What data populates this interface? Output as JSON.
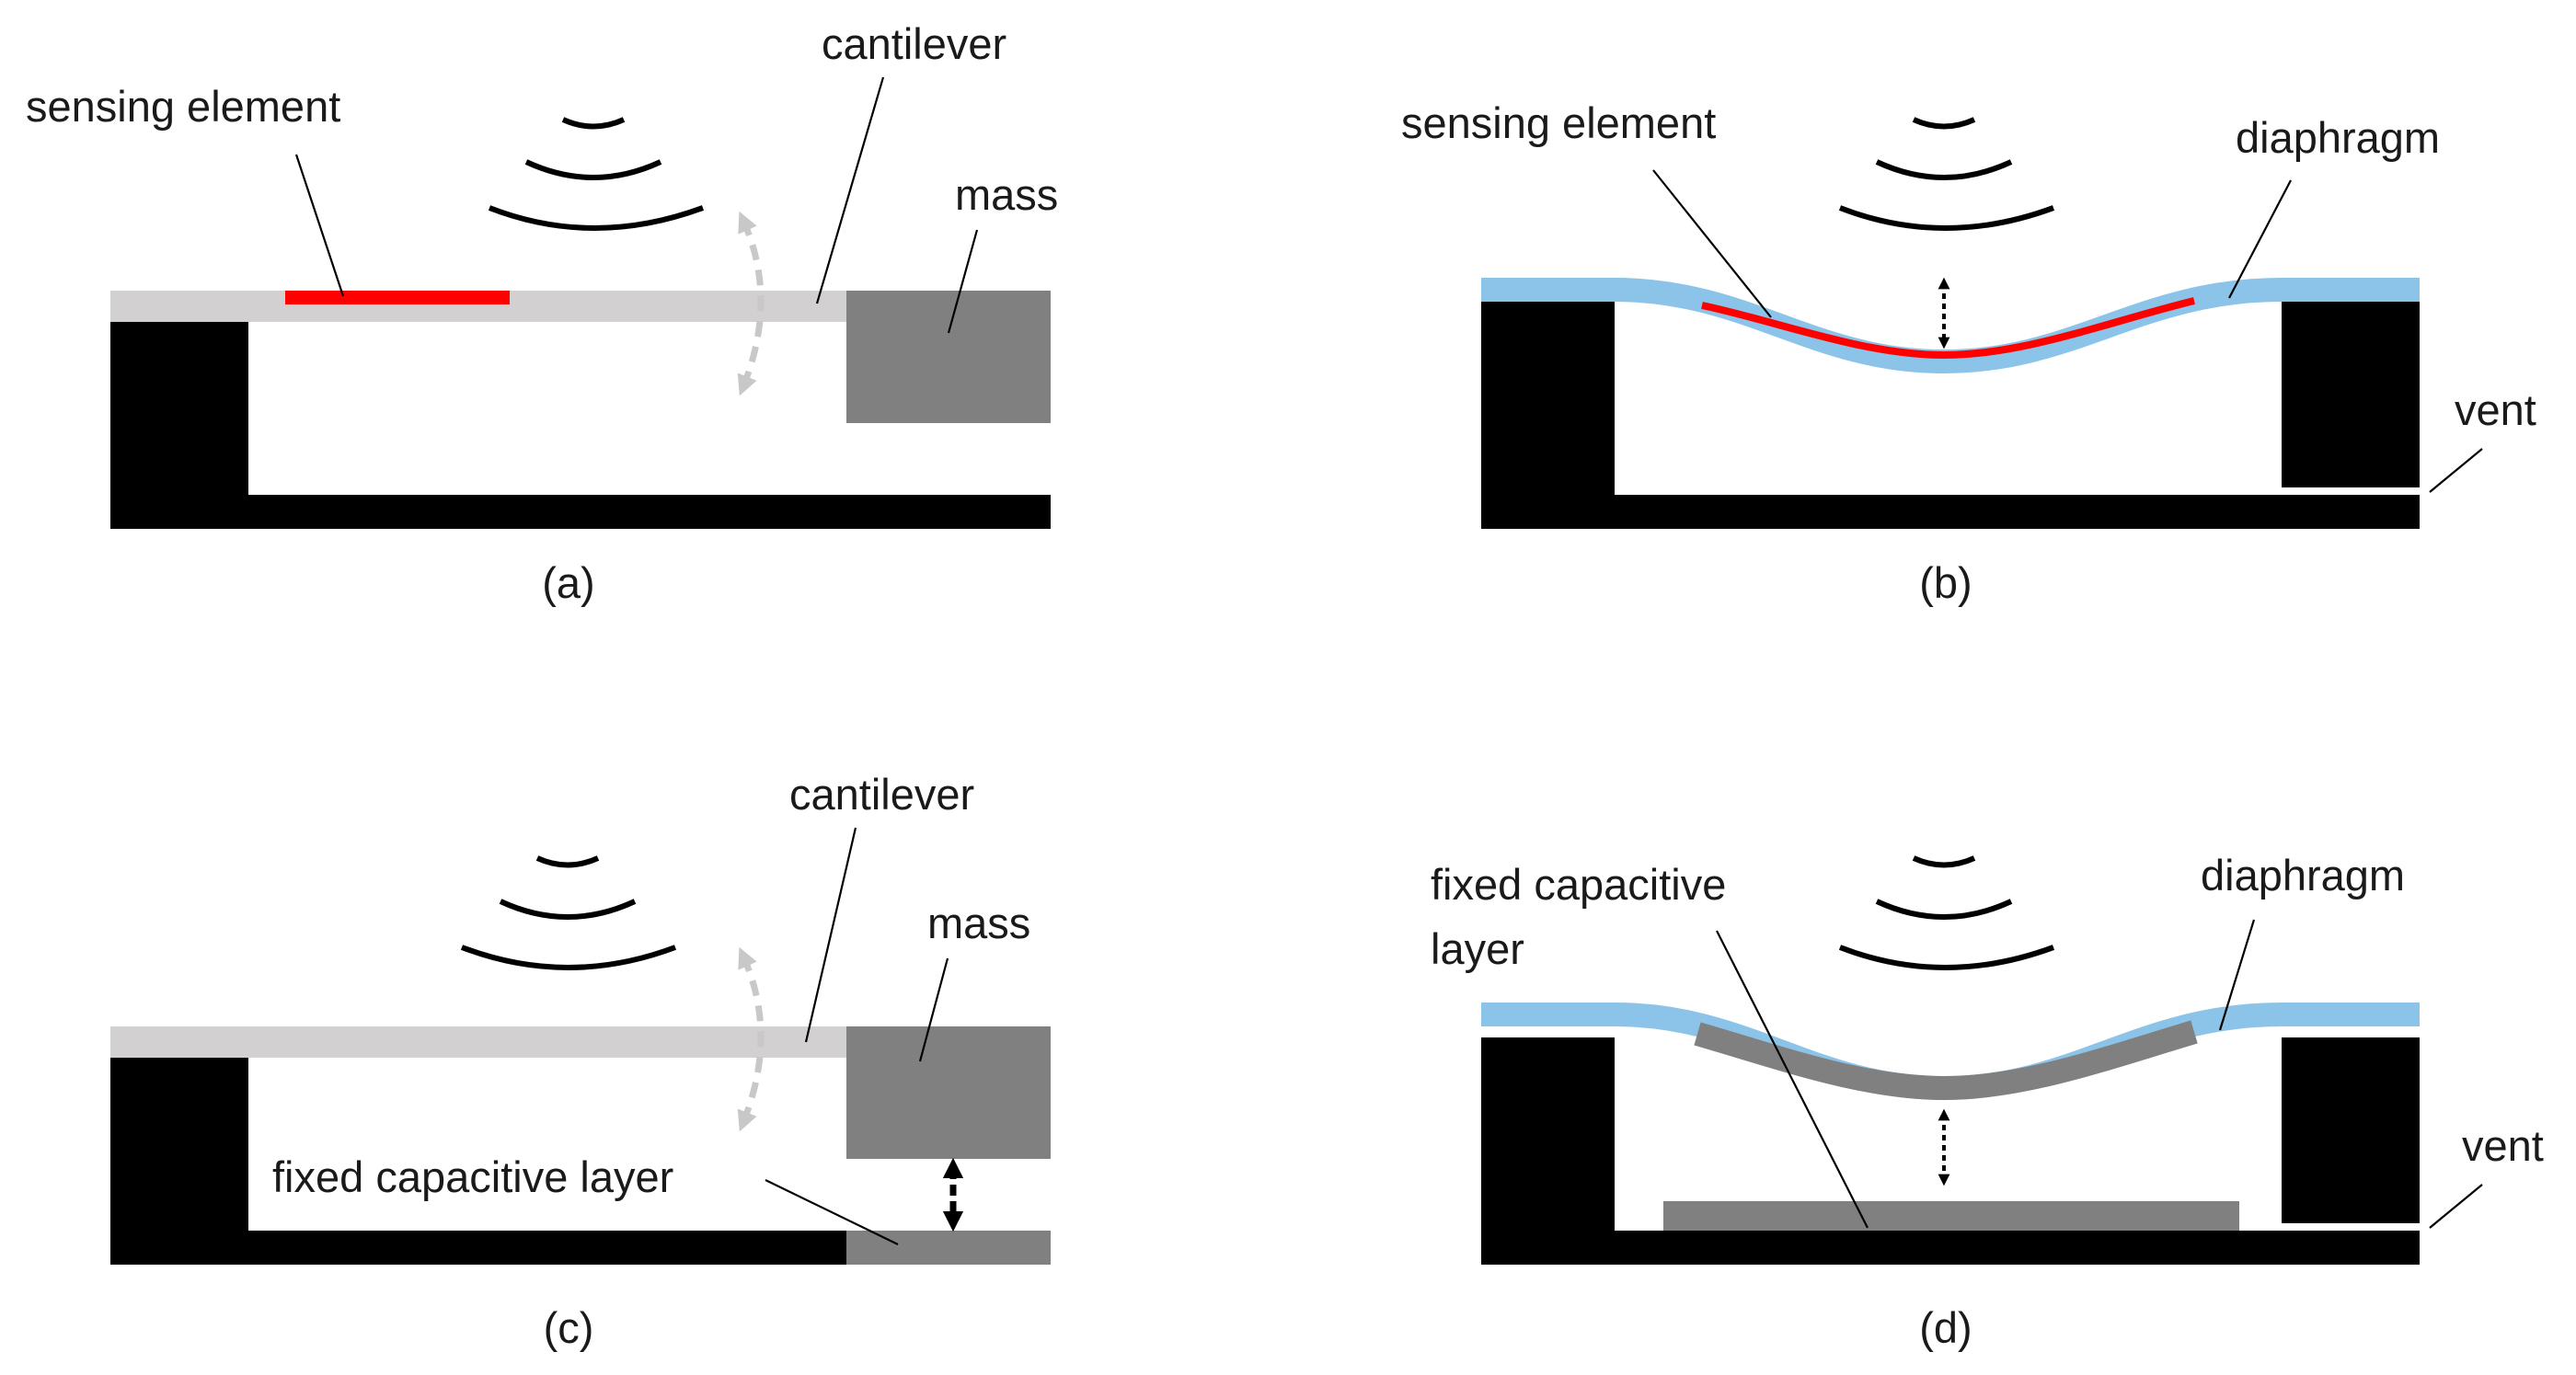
{
  "colors": {
    "structure": "#000000",
    "cantilever": "#d2d0d0",
    "mass": "#808080",
    "sensing_element": "#ff0000",
    "diaphragm": "#8cc3e8",
    "fixed_capacitive_layer": "#808080",
    "motion_arrow_light": "#c8c8c8",
    "motion_arrow_dark": "#000000",
    "background": "#ffffff"
  },
  "icons": [
    "sound-wave-icon",
    "bidirectional-arrow-icon"
  ],
  "panels": {
    "a": {
      "caption": "(a)",
      "labels": {
        "sensing_element": "sensing element",
        "cantilever": "cantilever",
        "mass": "mass"
      }
    },
    "b": {
      "caption": "(b)",
      "labels": {
        "sensing_element": "sensing element",
        "diaphragm": "diaphragm",
        "vent": "vent"
      }
    },
    "c": {
      "caption": "(c)",
      "labels": {
        "cantilever": "cantilever",
        "mass": "mass",
        "fixed_capacitive_layer": "fixed capacitive layer"
      }
    },
    "d": {
      "caption": "(d)",
      "labels": {
        "fixed_capacitive_layer_line1": "fixed capacitive",
        "fixed_capacitive_layer_line2": "layer",
        "diaphragm": "diaphragm",
        "vent": "vent"
      }
    }
  }
}
